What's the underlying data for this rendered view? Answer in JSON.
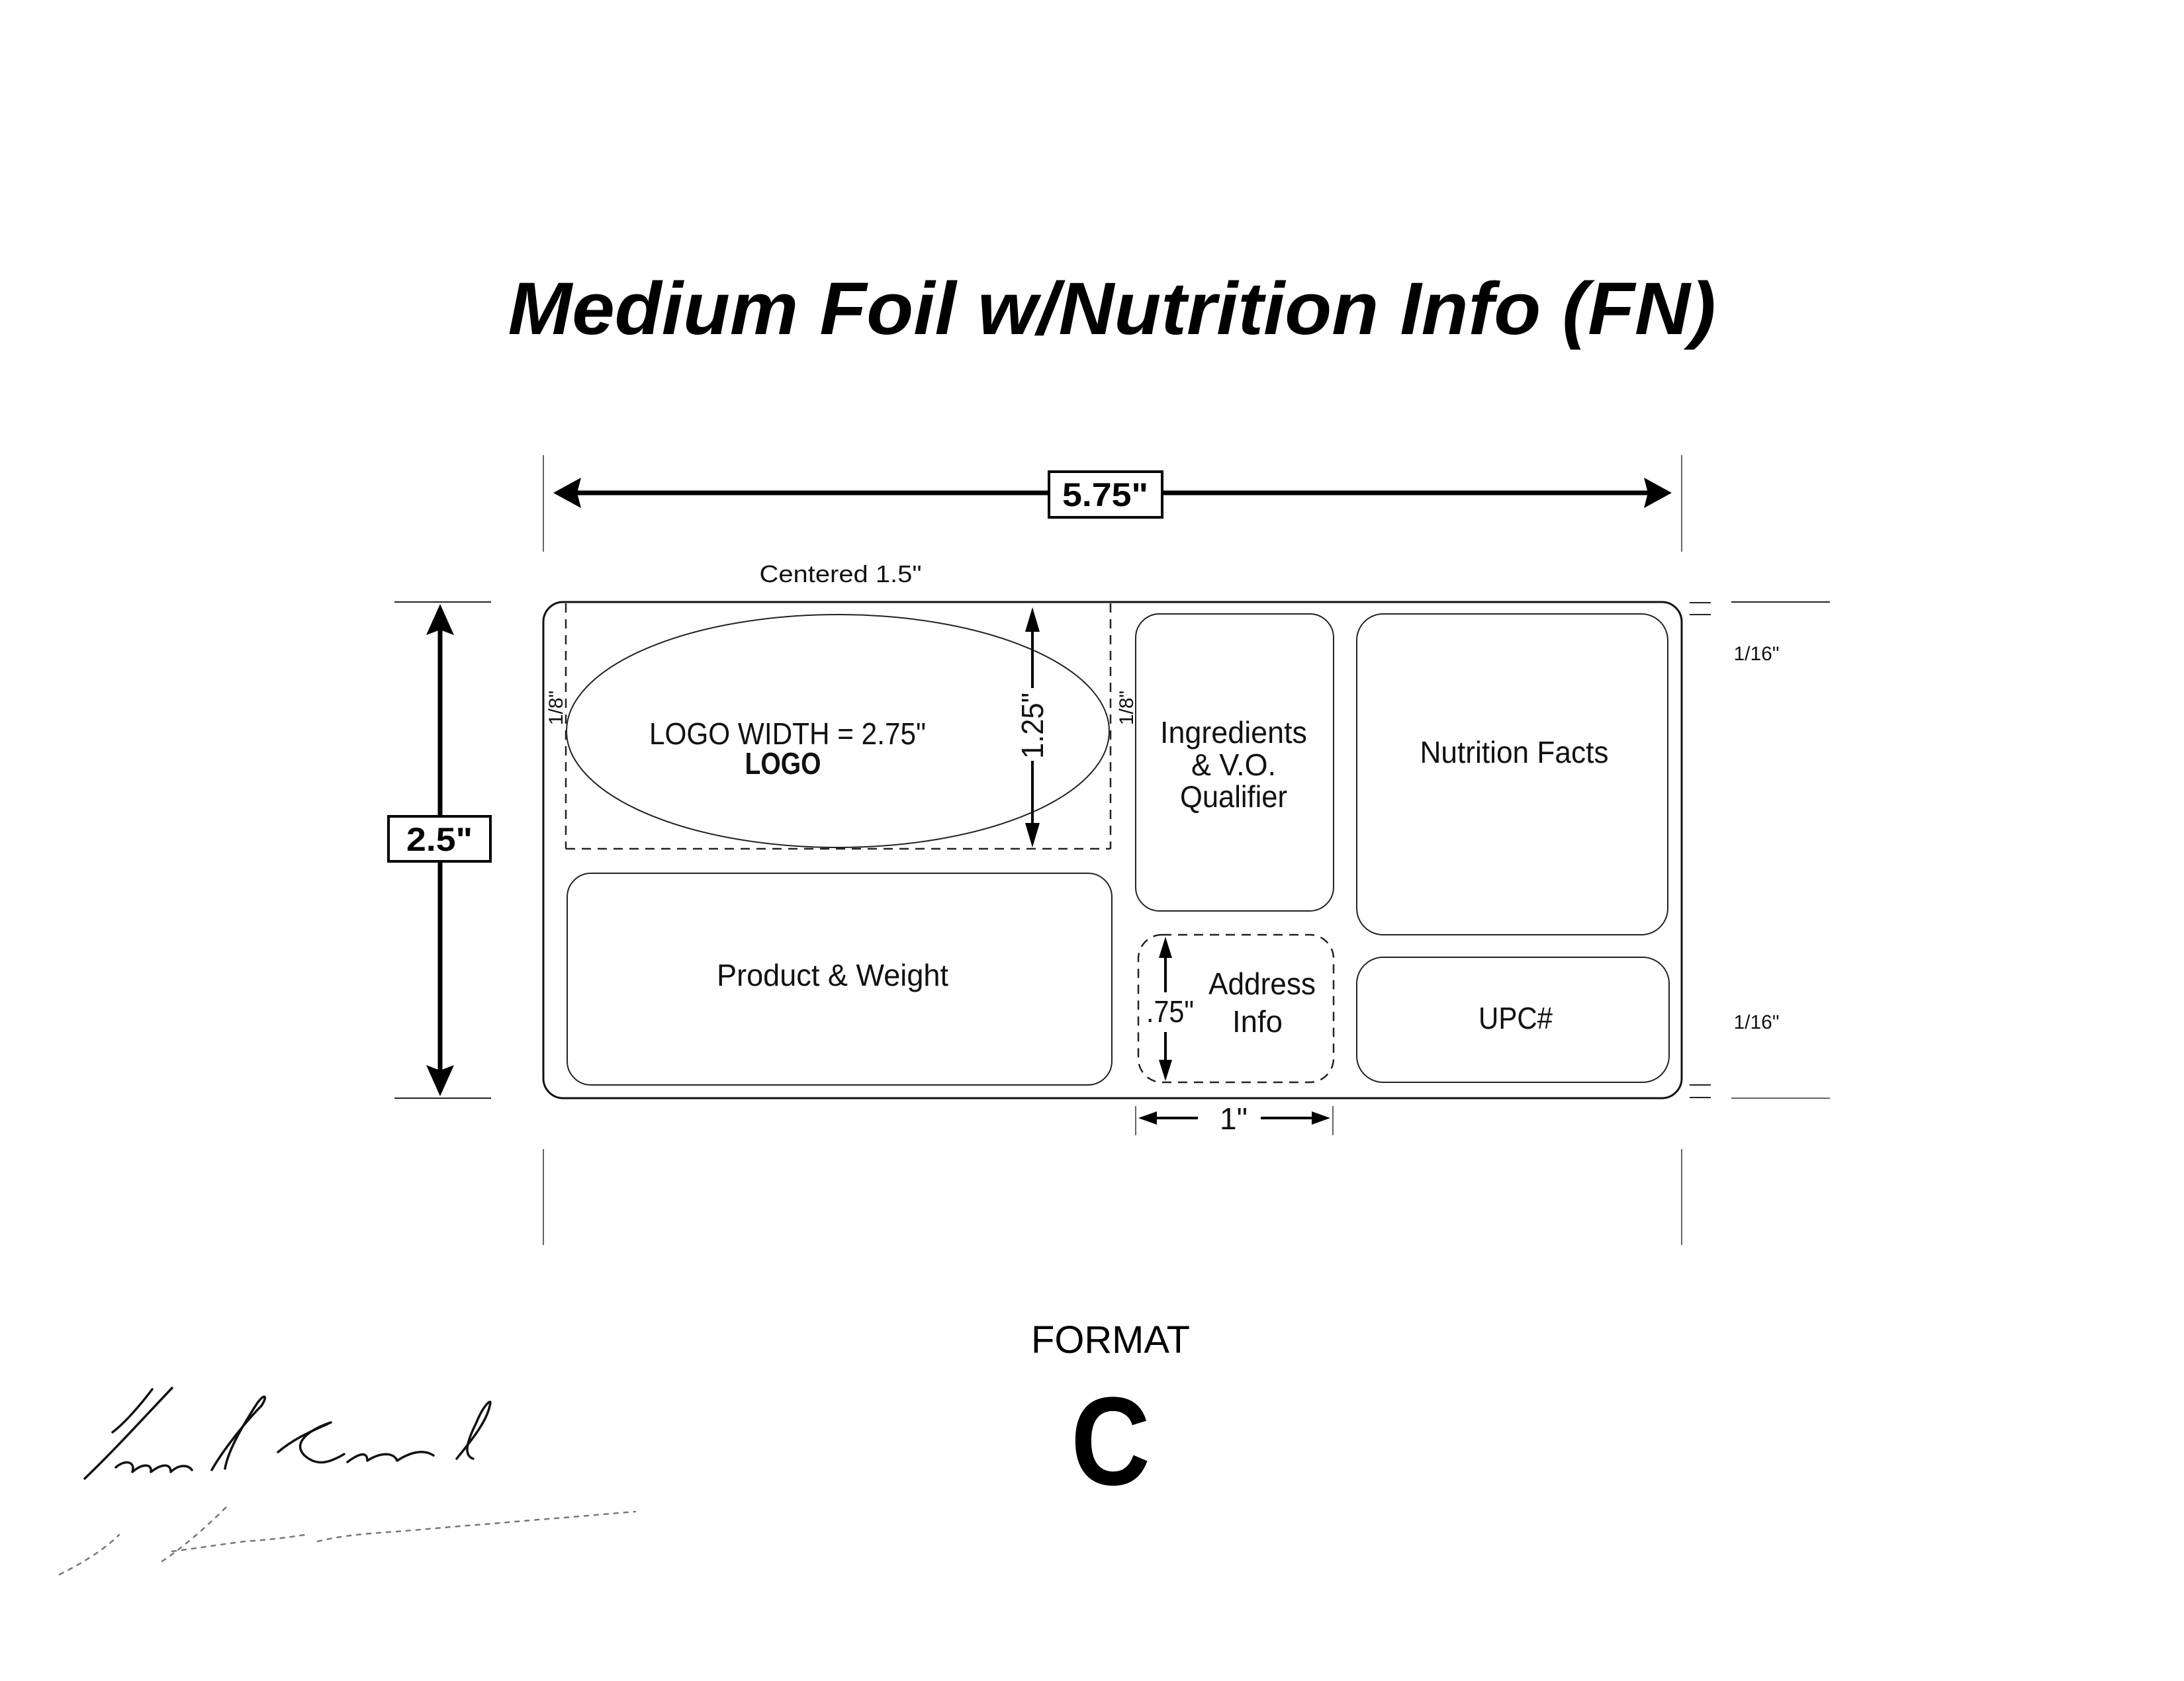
{
  "title": "Medium Foil w/Nutrition Info (FN)",
  "dimensions": {
    "overall_width": "5.75\"",
    "overall_height": "2.5\"",
    "logo_area_note": "Centered 1.5\"",
    "logo_height": "1.25\"",
    "logo_left_margin": "1/8\"",
    "logo_right_margin": "1/8\"",
    "address_height": ".75\"",
    "address_width": "1\"",
    "top_margin": "1/16\"",
    "bottom_margin": "1/16\""
  },
  "panels": {
    "logo": {
      "line1": "LOGO WIDTH = 2.75\"",
      "line2": "LOGO"
    },
    "product": {
      "label": "Product & Weight"
    },
    "ingredients": {
      "line1": "Ingredients",
      "line2": "& V.O.",
      "line3": "Qualifier"
    },
    "nutrition": {
      "label": "Nutrition Facts"
    },
    "address": {
      "line1": "Address",
      "line2": "Info"
    },
    "upc": {
      "label": "UPC#"
    }
  },
  "format": {
    "label": "FORMAT",
    "letter": "C"
  },
  "signatures": {
    "count": 2,
    "description": "handwritten signatures (illegible)"
  }
}
